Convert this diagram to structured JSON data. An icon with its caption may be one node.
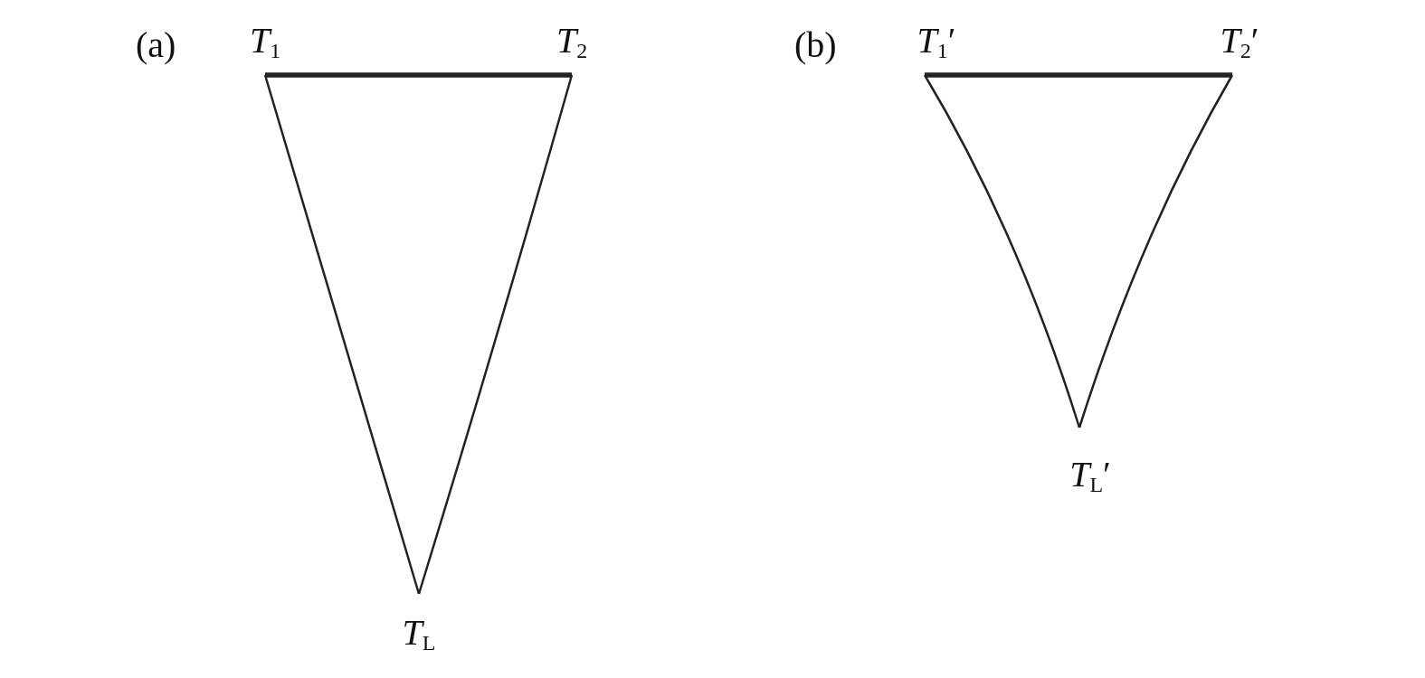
{
  "diagram": {
    "nodes": [
      {
        "text": [
          "*T*$_{1}$"
        ]
      },
      {
        "text": [
          "*T*$_{2}$"
        ]
      },
      {
        "text": [
          "*T*$_{L}$"
        ]
      },
      {
        "text": [
          "*T*$_{1}$′"
        ]
      },
      {
        "text": [
          "*T*$_{2}$′"
        ]
      },
      {
        "text": [
          "*T*$_{L}$′"
        ]
      }
    ],
    "edges": [
      {
        "from": 0,
        "to": 1,
        "arrow": "none",
        "style": "thick"
      },
      {
        "from": 0,
        "to": 2,
        "arrow": "none"
      },
      {
        "from": 1,
        "to": 2,
        "arrow": "none"
      },
      {
        "from": 3,
        "to": 4,
        "arrow": "none",
        "style": "thick"
      },
      {
        "from": 3,
        "to": 5,
        "arrow": "none"
      },
      {
        "from": 4,
        "to": 5,
        "arrow": "none"
      }
    ],
    "labels": [
      "(a)",
      "(b)"
    ]
  }
}
